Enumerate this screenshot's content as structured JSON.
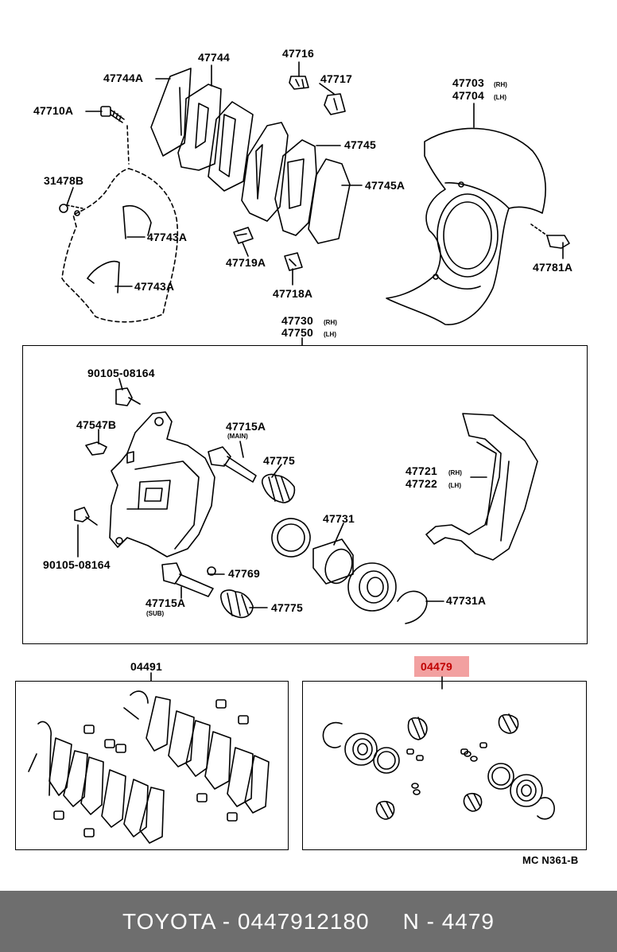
{
  "diagram": {
    "code": "MC N361-B",
    "labels": {
      "p47744": "47744",
      "p47744A": "47744A",
      "p47716": "47716",
      "p47717": "47717",
      "p47703": "47703",
      "p47704": "47704",
      "p47710A": "47710A",
      "p47745": "47745",
      "p47745A": "47745A",
      "p31478B": "31478B",
      "p47743A_1": "47743A",
      "p47743A_2": "47743A",
      "p47719A": "47719A",
      "p47718A": "47718A",
      "p47781A": "47781A",
      "p47730": "47730",
      "p47750": "47750",
      "p90105a": "90105-08164",
      "p47547B": "47547B",
      "p47715A_main": "47715A",
      "p47775_1": "47775",
      "p47721": "47721",
      "p47722": "47722",
      "p47731": "47731",
      "p90105b": "90105-08164",
      "p47769": "47769",
      "p47715A_sub": "47715A",
      "p47775_2": "47775",
      "p47731A": "47731A",
      "p04491": "04491",
      "p04479": "04479"
    },
    "suffix": {
      "rh": "(RH)",
      "lh": "(LH)",
      "main": "(MAIN)",
      "sub": "(SUB)"
    },
    "highlight_color": "#f2a0a0"
  },
  "footer": {
    "brand": "TOYOTA - 0447912180",
    "ref": "N - 4479",
    "background": "#6e6e6e"
  }
}
